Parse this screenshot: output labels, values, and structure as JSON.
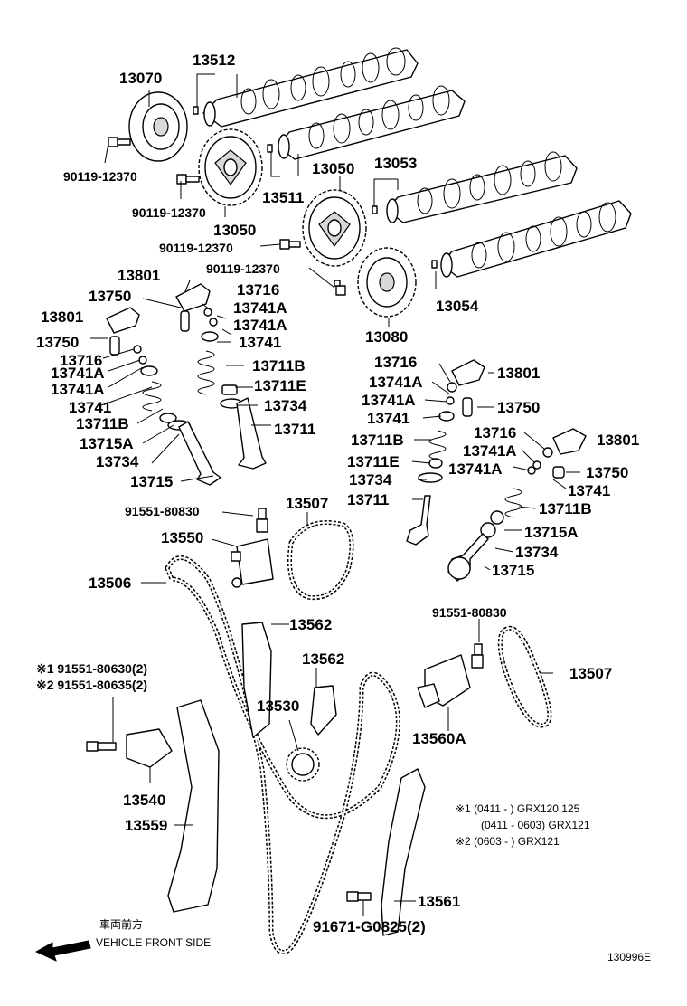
{
  "parts": {
    "p13070": "13070",
    "p13512": "13512",
    "p13511": "13511",
    "p13050a": "13050",
    "p13050b": "13050",
    "p13053": "13053",
    "p13054": "13054",
    "p13080": "13080",
    "bolt1": "90119-12370",
    "bolt2": "90119-12370",
    "bolt3": "90119-12370",
    "bolt4": "90119-12370",
    "l13801a": "13801",
    "l13801b": "13801",
    "l13801c": "13801",
    "l13801d": "13801",
    "l13750a": "13750",
    "l13750b": "13750",
    "l13750c": "13750",
    "l13750d": "13750",
    "l13716a": "13716",
    "l13716b": "13716",
    "l13716c": "13716",
    "l13716d": "13716",
    "l13741Aa": "13741A",
    "l13741Ab": "13741A",
    "l13741Ac": "13741A",
    "l13741Ad": "13741A",
    "l13741Ae": "13741A",
    "l13741Af": "13741A",
    "l13741Ag": "13741A",
    "l13741Ah": "13741A",
    "l13741a": "13741",
    "l13741b": "13741",
    "l13741c": "13741",
    "l13741d": "13741",
    "l13711Ba": "13711B",
    "l13711Bb": "13711B",
    "l13711Bc": "13711B",
    "l13711Bd": "13711B",
    "l13711Ea": "13711E",
    "l13711Eb": "13711E",
    "l13734a": "13734",
    "l13734b": "13734",
    "l13734c": "13734",
    "l13734d": "13734",
    "l13711a": "13711",
    "l13711b": "13711",
    "l13715Aa": "13715A",
    "l13715Ab": "13715A",
    "l13715a": "13715",
    "l13715b": "13715",
    "b91551a": "91551-80830",
    "b91551b": "91551-80830",
    "p13507a": "13507",
    "p13507b": "13507",
    "p13550": "13550",
    "p13506": "13506",
    "p13562a": "13562",
    "p13562b": "13562",
    "p13530": "13530",
    "p13560A": "13560A",
    "note1": "※1 91551-80630(2)",
    "note2": "※2 91551-80635(2)",
    "p13540": "13540",
    "p13559": "13559",
    "p13561": "13561",
    "b91671": "91671-G0825(2)"
  },
  "footnotes": {
    "f1": "※1 (0411 -        ) GRX120,125",
    "f2": "(0411 - 0603) GRX121",
    "f3": "※2 (0603 -        ) GRX121"
  },
  "direction": {
    "jp": "車両前方",
    "en": "VEHICLE FRONT SIDE"
  },
  "figure_id": "130996E",
  "icons": {
    "arrow": "front-direction-arrow-icon"
  }
}
